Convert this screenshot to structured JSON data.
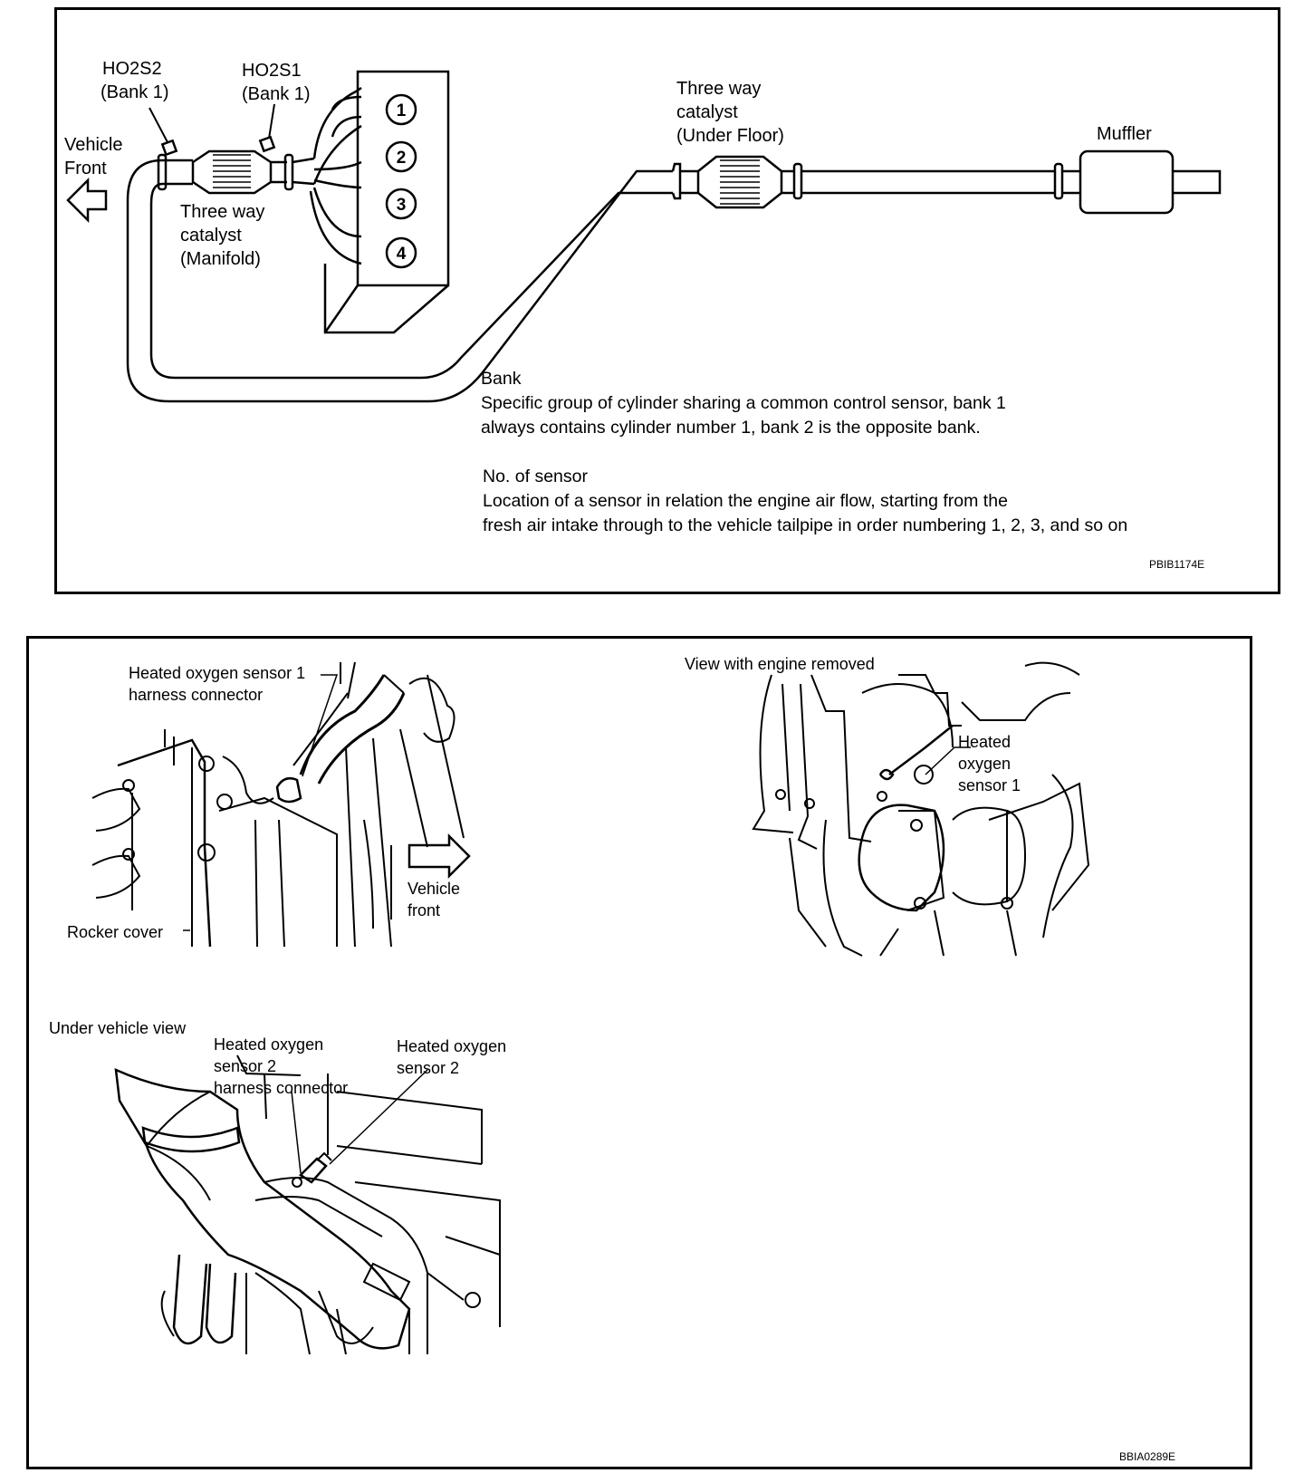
{
  "top_panel": {
    "labels": {
      "ho2s2": "HO2S2",
      "ho2s2_bank": "(Bank 1)",
      "ho2s1": "HO2S1",
      "ho2s1_bank": "(Bank 1)",
      "vehicle": "Vehicle",
      "front": "Front",
      "manifold_cat_1": "Three way",
      "manifold_cat_2": "catalyst",
      "manifold_cat_3": "(Manifold)",
      "underfloor_cat_1": "Three way",
      "underfloor_cat_2": "catalyst",
      "underfloor_cat_3": "(Under Floor)",
      "muffler": "Muffler"
    },
    "cylinders": [
      "1",
      "2",
      "3",
      "4"
    ],
    "notes": {
      "bank_title": "Bank",
      "bank_line1": "Specific group of cylinder sharing a common control sensor, bank 1",
      "bank_line2": "always contains cylinder number 1, bank 2 is the opposite bank.",
      "sensor_title": "No. of sensor",
      "sensor_line1": "Location of a sensor in relation the engine air flow, starting from the",
      "sensor_line2": "fresh air intake through to the vehicle tailpipe in order numbering 1, 2, 3, and so on"
    },
    "code": "PBIB1174E"
  },
  "bottom_panel": {
    "view1": {
      "hos1_conn_1": "Heated oxygen sensor 1",
      "hos1_conn_2": "harness connector",
      "rocker_cover": "Rocker cover",
      "vehicle": "Vehicle",
      "front": "front"
    },
    "view2": {
      "title": "View with engine removed",
      "hos1_1": "Heated",
      "hos1_2": "oxygen",
      "hos1_3": "sensor 1"
    },
    "view3": {
      "title": "Under vehicle view",
      "hos2_conn_1": "Heated oxygen",
      "hos2_conn_2": "sensor 2",
      "hos2_conn_3": "harness connector",
      "hos2_1": "Heated oxygen",
      "hos2_2": "sensor 2"
    },
    "code": "BBIA0289E"
  }
}
